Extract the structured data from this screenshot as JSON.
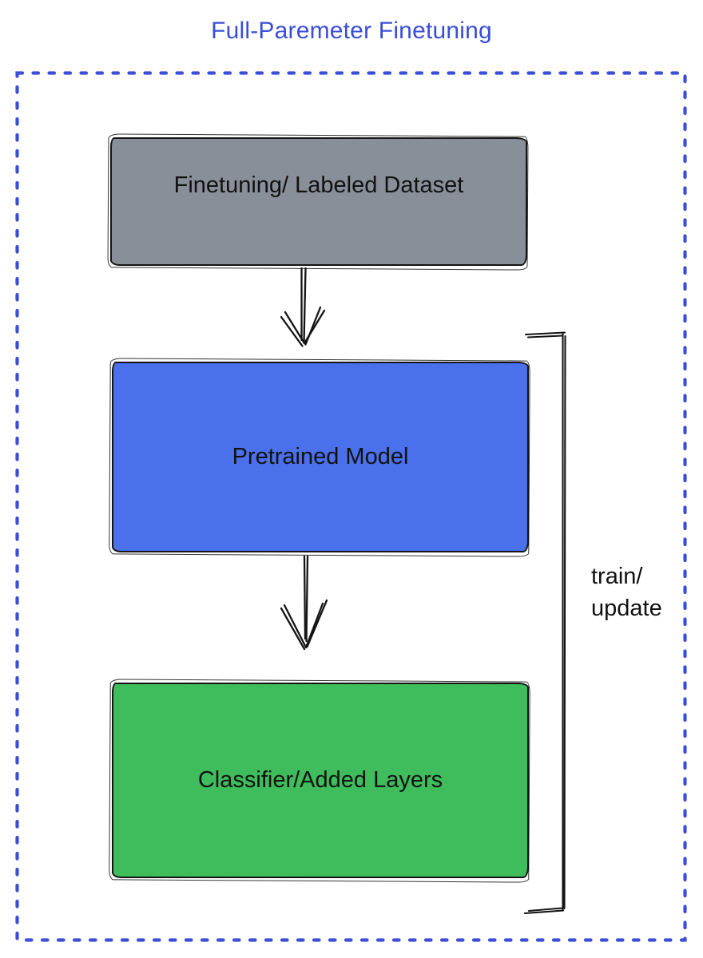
{
  "title": "Full-Paremeter Finetuning",
  "nodes": {
    "dataset": {
      "label": "Finetuning/ Labeled Dataset",
      "fill": "#888f99"
    },
    "pretrained": {
      "label": "Pretrained Model",
      "fill": "#4b70ec"
    },
    "classifier": {
      "label": "Classifier/Added Layers",
      "fill": "#3fbd5c"
    }
  },
  "edges": [
    {
      "from": "dataset",
      "to": "pretrained",
      "style": "sketchy-arrow-down"
    },
    {
      "from": "pretrained",
      "to": "classifier",
      "style": "sketchy-arrow-down"
    }
  ],
  "bracket": {
    "label_line1": "train/",
    "label_line2": "update",
    "spans": "pretrained-and-classifier"
  },
  "colors": {
    "title_text": "#3b4ed8",
    "dotted_frame": "#3b4ed8",
    "stroke": "#141414",
    "label_text": "#111111",
    "background": "#ffffff"
  }
}
